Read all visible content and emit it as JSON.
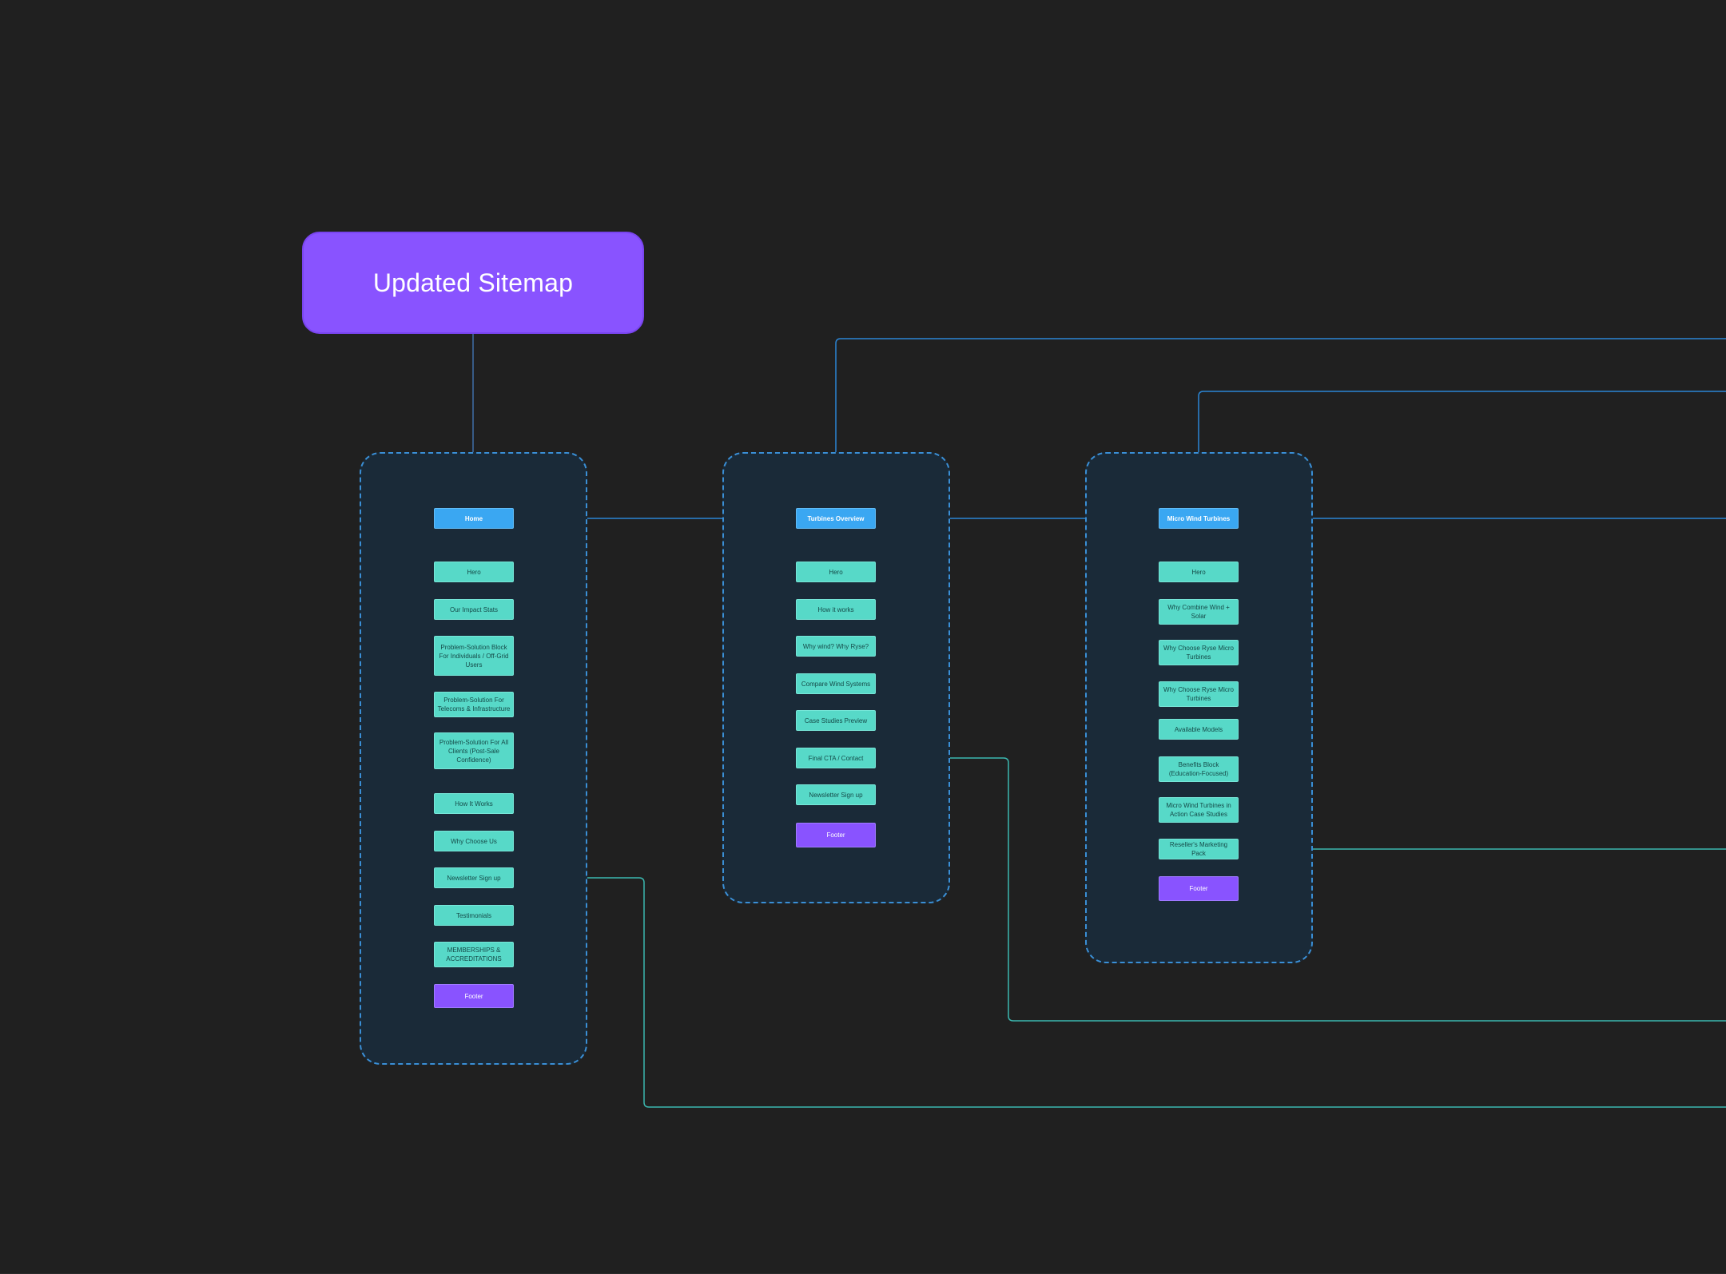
{
  "diagram": {
    "title": "Updated Sitemap",
    "colors": {
      "background": "#202020",
      "title_card": "#8953ff",
      "header_node": "#3aa7f2",
      "item_node": "#57d9c8",
      "footer_node": "#8953ff",
      "section_fill": "#1a2a38",
      "section_border": "#3a8fd6",
      "connector_blue": "#2b86d6",
      "connector_teal": "#3bb8b0"
    },
    "sections": [
      {
        "id": "home",
        "header": "Home",
        "items": [
          "Hero",
          "Our Impact Stats",
          "Problem-Solution Block For Individuals / Off-Grid Users",
          "Problem-Solution For Telecoms & Infrastructure",
          "Problem-Solution For All Clients (Post-Sale Confidence)",
          "How It Works",
          "Why Choose Us",
          "Newsletter Sign up",
          "Testimonials",
          "MEMBERSHIPS & ACCREDITATIONS"
        ],
        "footer": "Footer"
      },
      {
        "id": "turbines",
        "header": "Turbines Overview",
        "items": [
          "Hero",
          "How it works",
          "Why wind? Why Ryse?",
          "Compare Wind Systems",
          "Case Studies Preview",
          "Final CTA / Contact",
          "Newsletter Sign up"
        ],
        "footer": "Footer"
      },
      {
        "id": "micro",
        "header": "Micro Wind Turbines",
        "items": [
          "Hero",
          "Why Combine Wind + Solar",
          "Why Choose Ryse Micro Turbines",
          "Why Choose Ryse Micro Turbines",
          "Available Models",
          "Benefits Block (Education-Focused)",
          "Micro Wind Turbines in Action Case Studies",
          "Reseller's Marketing Pack"
        ],
        "footer": "Footer"
      }
    ]
  }
}
